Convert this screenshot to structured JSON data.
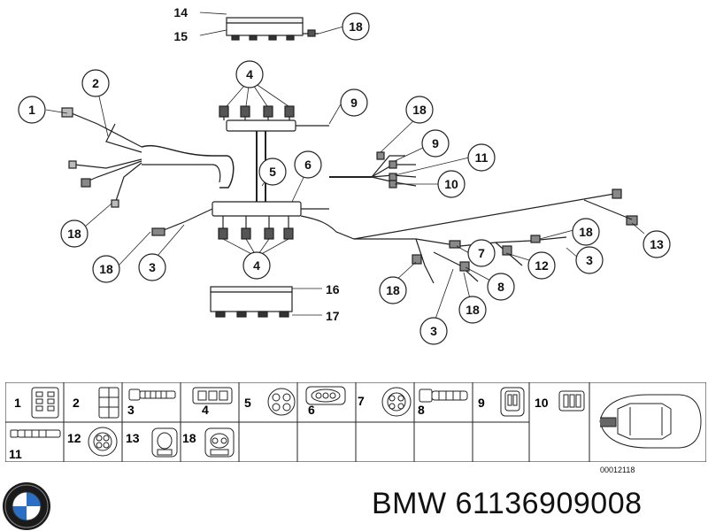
{
  "diagram": {
    "callouts": {
      "c14": "14",
      "c15": "15",
      "c18_top": "18",
      "c4_top": "4",
      "c2": "2",
      "c1": "1",
      "c9_top": "9",
      "c18_right": "18",
      "c9_right": "9",
      "c11_right": "11",
      "c10_right": "10",
      "c6": "6",
      "c5": "5",
      "c18_left": "18",
      "c18_bottom_left": "18",
      "c3_left": "3",
      "c4_bottom": "4",
      "c16": "16",
      "c17": "17",
      "c18_mid": "18",
      "c3_mid": "3",
      "c13": "13",
      "c7": "7",
      "c12": "12",
      "c8": "8",
      "c18_low1": "18",
      "c18_low2": "18",
      "c3_low": "3"
    }
  },
  "legend": {
    "cells": {
      "n1": "1",
      "n2": "2",
      "n3": "3",
      "n4": "4",
      "n5": "5",
      "n6": "6",
      "n7": "7",
      "n8": "8",
      "n9": "9",
      "n10": "10",
      "n11": "11",
      "n12": "12",
      "n13": "13",
      "n18": "18"
    },
    "image_code": "00012118"
  },
  "footer": {
    "part_number": "BMW 61136909008"
  }
}
